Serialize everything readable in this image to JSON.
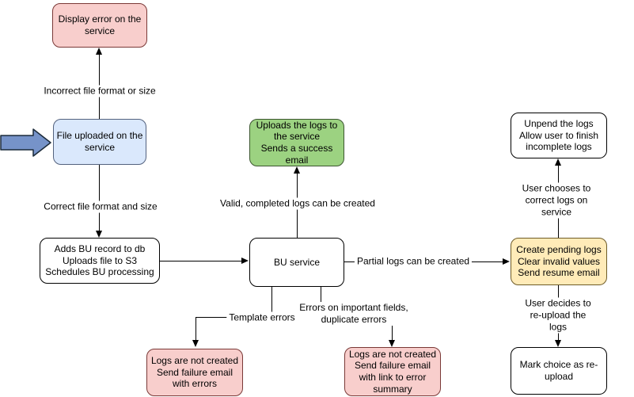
{
  "colors": {
    "red-fill": "#F8CECC",
    "red-stroke": "#7A3937",
    "blue-fill": "#DAE8FC",
    "blue-stroke": "#54627E",
    "green-fill": "#9CD281",
    "green-stroke": "#3D5731",
    "yellow-fill": "#FFEBB8",
    "yellow-stroke": "#6E5B27",
    "white-fill": "#FFFFFF",
    "white-stroke": "#000000",
    "arrow-fill": "#7693C9",
    "arrow-stroke": "#1C2B3A",
    "line": "#000000"
  },
  "nodes": {
    "display_error": {
      "text": "Display error on the\nservice"
    },
    "file_uploaded": {
      "text": "File uploaded on the\nservice"
    },
    "adds_bu": {
      "text": "Adds BU record to db\nUploads file to S3\nSchedules BU processing"
    },
    "bu_service": {
      "text": "BU service"
    },
    "success": {
      "text": "Uploads the logs to\nthe service\nSends a success\nemail"
    },
    "pending": {
      "text": "Create pending logs\nClear invalid values\nSend resume email"
    },
    "unpend": {
      "text": "Unpend the logs\nAllow user to finish\nincomplete logs"
    },
    "mark_reupload": {
      "text": "Mark choice as re-\nupload"
    },
    "fail_template": {
      "text": "Logs are not created\nSend failure email\nwith errors"
    },
    "fail_fields": {
      "text": "Logs are not created\nSend failure email\nwith link to error\nsummary"
    }
  },
  "edge_labels": {
    "incorrect": "Incorrect file format or size",
    "correct": "Correct file format and size",
    "valid": "Valid, completed logs can be created",
    "partial": "Partial logs can be created",
    "template_errors": "Template errors",
    "field_errors": "Errors on important fields,\nduplicate errors",
    "user_correct": "User chooses to correct logs on service",
    "user_reupload": "User decides to re-upload the logs"
  }
}
